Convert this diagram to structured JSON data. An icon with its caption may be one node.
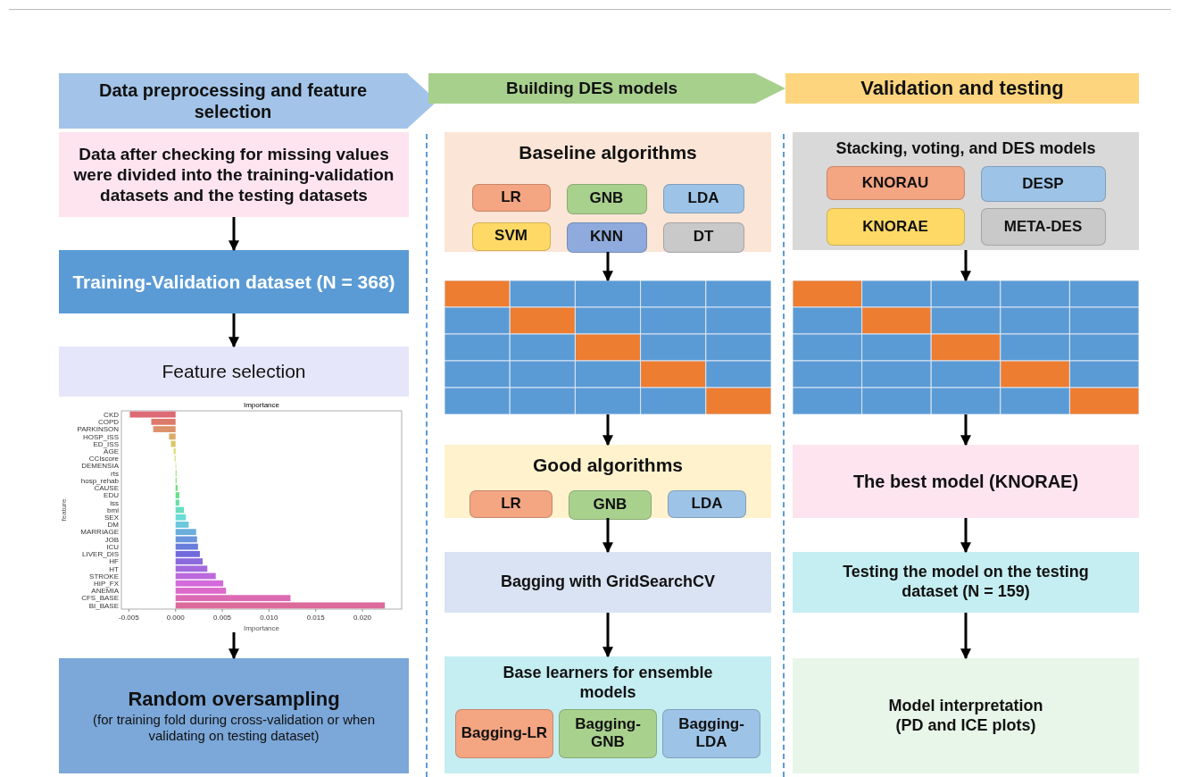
{
  "diagram": {
    "nodes": [
      {
        "text": [
          "Data preprocessing and feature selection"
        ]
      },
      {
        "text": [
          "Building DES models"
        ]
      },
      {
        "text": [
          "Validation and testing"
        ]
      },
      {
        "text": [
          "Data after checking for missing values were divided into the training-validation datasets and the testing datasets"
        ]
      },
      {
        "text": [
          "Training-Validation dataset (N = 368)"
        ]
      },
      {
        "text": [
          "Feature selection"
        ]
      },
      {
        "text": [],
        "shape": "picture"
      },
      {
        "text": [
          "Random oversampling",
          "(for training fold during cross-validation or when validating on testing dataset)"
        ]
      },
      {
        "text": [
          "Baseline algorithms"
        ]
      },
      {
        "text": [
          "LR"
        ],
        "in": 8
      },
      {
        "text": [
          "GNB"
        ],
        "in": 8
      },
      {
        "text": [
          "LDA"
        ],
        "in": 8
      },
      {
        "text": [
          "SVM"
        ],
        "in": 8
      },
      {
        "text": [
          "KNN"
        ],
        "in": 8
      },
      {
        "text": [
          "DT"
        ],
        "in": 8
      },
      {
        "text": [],
        "shape": "picture"
      },
      {
        "text": [
          "Good algorithms"
        ]
      },
      {
        "text": [
          "LR"
        ],
        "in": 16
      },
      {
        "text": [
          "GNB"
        ],
        "in": 16
      },
      {
        "text": [
          "LDA"
        ],
        "in": 16
      },
      {
        "text": [
          "Bagging with GridSearchCV"
        ]
      },
      {
        "text": [
          "Base learners for ensemble models"
        ]
      },
      {
        "text": [
          "Bagging-LR"
        ],
        "in": 21
      },
      {
        "text": [
          "Bagging-GNB"
        ],
        "in": 21
      },
      {
        "text": [
          "Bagging-LDA"
        ],
        "in": 21
      },
      {
        "text": [
          "Stacking, voting, and DES models"
        ]
      },
      {
        "text": [
          "KNORAU"
        ],
        "in": 25
      },
      {
        "text": [
          "DESP"
        ],
        "in": 25
      },
      {
        "text": [
          "KNORAE"
        ],
        "in": 25
      },
      {
        "text": [
          "META-DES"
        ],
        "in": 25
      },
      {
        "text": [],
        "shape": "picture"
      },
      {
        "text": [
          "The best model (KNORAE)"
        ]
      },
      {
        "text": [
          "Testing the model on the testing dataset (N = 159)"
        ]
      },
      {
        "text": [
          "Model interpretation (PD and ICE plots)"
        ]
      }
    ],
    "edges": [
      {
        "from": 3,
        "to": 4,
        "arrow": "to"
      },
      {
        "from": 4,
        "to": 5,
        "arrow": "to"
      },
      {
        "from": 6,
        "to": 7,
        "arrow": "to"
      },
      {
        "from": 8,
        "to": 15,
        "arrow": "to"
      },
      {
        "from": 15,
        "to": 16,
        "arrow": "to"
      },
      {
        "from": 16,
        "to": 20,
        "arrow": "to"
      },
      {
        "from": 20,
        "to": 21,
        "arrow": "to"
      },
      {
        "from": 25,
        "to": 30,
        "arrow": "to"
      },
      {
        "from": 30,
        "to": 31,
        "arrow": "to"
      },
      {
        "from": 31,
        "to": 32,
        "arrow": "to"
      },
      {
        "from": 32,
        "to": 33,
        "arrow": "to"
      }
    ],
    "chart_data": {
      "type": "bar",
      "orientation": "horizontal",
      "title": "Importance",
      "xlabel": "Importance",
      "ylabel": "feature",
      "categories": [
        "CKD",
        "COPD",
        "PARKINSON",
        "HOSP_ISS",
        "ED_ISS",
        "AGE",
        "CCIscore",
        "DEMENSIA",
        "rts",
        "hosp_rehab",
        "CAUSE",
        "EDU",
        "iss",
        "bmi",
        "SEX",
        "DM",
        "MARRIAGE",
        "JOB",
        "ICU",
        "LIVER_DIS",
        "HF",
        "HT",
        "STROKE",
        "HIP_FX",
        "ANEMIA",
        "CFS_BASE",
        "BI_BASE"
      ],
      "values": [
        -0.0049,
        -0.0026,
        -0.0024,
        -0.0007,
        -0.0005,
        -0.0002,
        -0.0001,
        0,
        0.0001,
        0.0001,
        0.0002,
        0.0004,
        0.0004,
        0.0009,
        0.0011,
        0.0014,
        0.0022,
        0.0023,
        0.0024,
        0.0026,
        0.0029,
        0.0034,
        0.0043,
        0.0051,
        0.0054,
        0.0123,
        0.0224
      ],
      "xlim": [
        -0.0058,
        0.0242
      ],
      "xticks": [
        {
          "value": -0.005,
          "label": "-0.005"
        },
        {
          "value": 0,
          "label": "0.000"
        },
        {
          "value": 0.005,
          "label": "0.005"
        },
        {
          "value": 0.01,
          "label": "0.010"
        },
        {
          "value": 0.015,
          "label": "0.015"
        },
        {
          "value": 0.02,
          "label": "0.020"
        }
      ]
    }
  }
}
